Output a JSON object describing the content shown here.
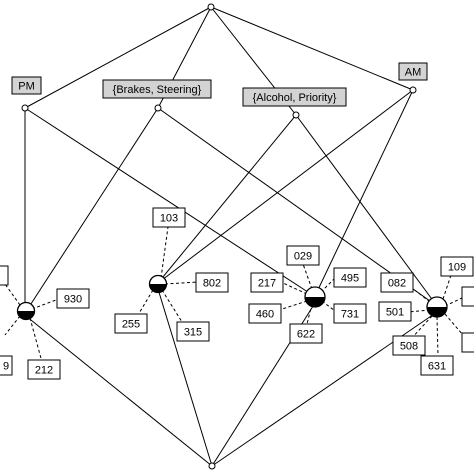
{
  "attributes": {
    "pm": "PM",
    "brakes_steering": "{Brakes, Steering}",
    "alcohol_priority": "{Alcohol, Priority}",
    "am": "AM"
  },
  "objects": {
    "o_930": "930",
    "o_212": "212",
    "o_edge_left_a": "",
    "o_edge_left_b": "9",
    "o_103": "103",
    "o_802": "802",
    "o_255": "255",
    "o_315": "315",
    "o_029": "029",
    "o_217": "217",
    "o_495": "495",
    "o_460": "460",
    "o_731": "731",
    "o_622": "622",
    "o_109": "109",
    "o_082": "082",
    "o_501": "501",
    "o_508": "508",
    "o_631": "631"
  }
}
